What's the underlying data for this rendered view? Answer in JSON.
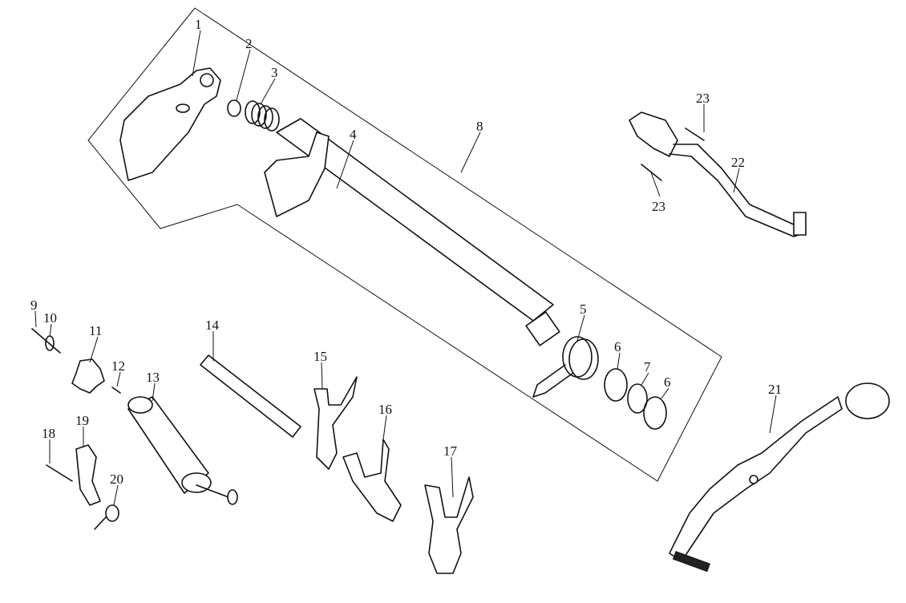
{
  "diagram": {
    "title": "Gear shift mechanism exploded view",
    "callouts": [
      "1",
      "2",
      "3",
      "4",
      "5",
      "6",
      "7",
      "6",
      "8",
      "9",
      "10",
      "11",
      "12",
      "13",
      "14",
      "15",
      "16",
      "17",
      "18",
      "19",
      "20",
      "21",
      "22",
      "23",
      "23"
    ]
  }
}
